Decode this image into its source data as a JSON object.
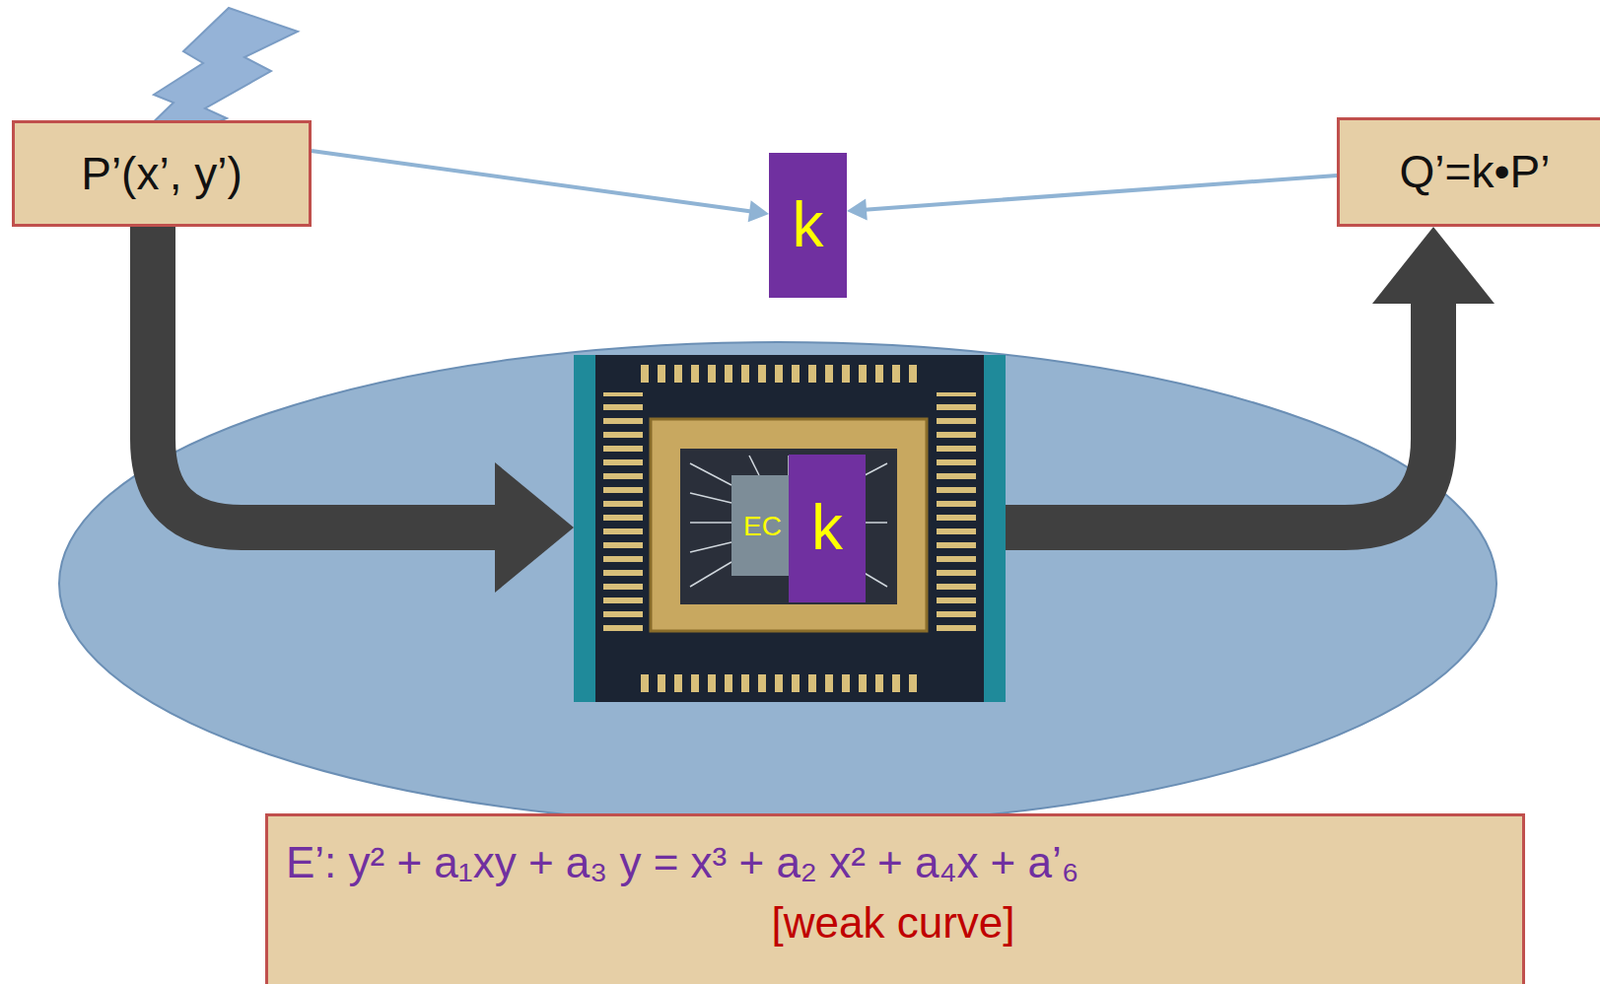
{
  "diagram": {
    "nodes": [
      {
        "text": [
          "P’(x’, y’)"
        ]
      },
      {
        "text": [
          "k"
        ]
      },
      {
        "text": [
          "Q’=k•P’"
        ]
      },
      {
        "text": [
          "EC"
        ]
      },
      {
        "text": [
          "k"
        ],
        "in": 3
      },
      {
        "text": [
          "E’: y² + a₁xy + a₃ y = x³ + a₂ x² + a₄x + a’₆",
          "[weak curve]"
        ]
      }
    ],
    "edges": [
      {
        "from": 0,
        "to": 1,
        "arrow": "to"
      },
      {
        "from": 2,
        "to": 1,
        "arrow": "to"
      },
      {
        "from": 0,
        "to": 3,
        "arrow": "to"
      },
      {
        "from": 3,
        "to": 2,
        "arrow": "to"
      }
    ]
  }
}
